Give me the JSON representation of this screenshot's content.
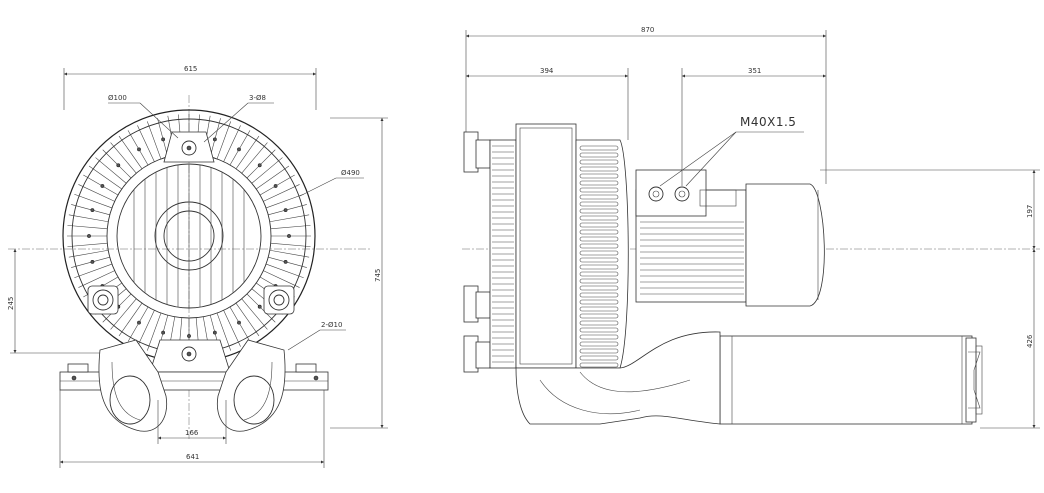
{
  "front_view": {
    "dims": {
      "top_width": "615",
      "pipe_dia": "Ø100",
      "holes_top": "3-Ø8",
      "impeller_dia": "Ø490",
      "height_total": "745",
      "center_height": "245",
      "holes_bottom": "2-Ø10",
      "foot_spacing": "166",
      "base_width": "641"
    }
  },
  "side_view": {
    "dims": {
      "overall_length": "870",
      "blower_section": "394",
      "motor_section": "351",
      "cable_gland": "M40X1.5",
      "motor_upper": "197",
      "motor_lower": "426"
    }
  }
}
